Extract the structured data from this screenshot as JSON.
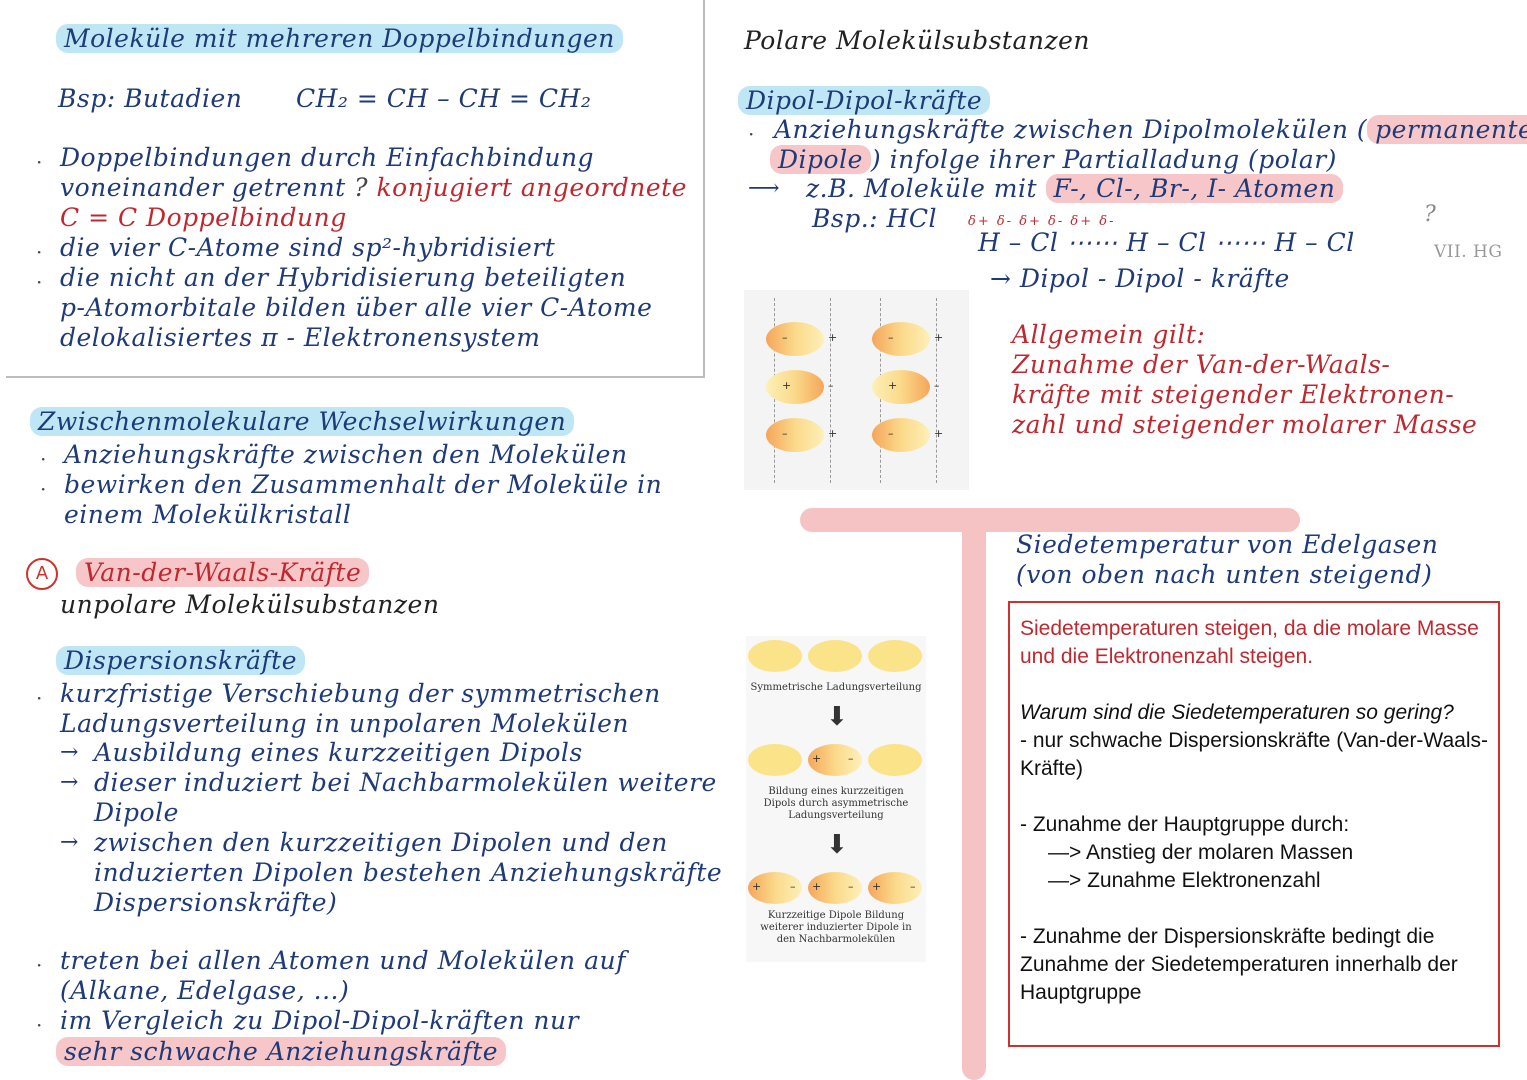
{
  "left_top": {
    "title": "Moleküle mit mehreren Doppelbindungen",
    "example_label": "Bsp: Butadien",
    "formula": "CH₂ = CH – CH = CH₂",
    "line1": "Doppelbindungen durch Einfachbindung",
    "line2a": "voneinander getrennt",
    "line2b": "konjugiert angeordnete",
    "line3": "C = C Doppelbindung",
    "line4": "die vier C-Atome sind sp²-hybridisiert",
    "line5": "die nicht an der Hybridisierung beteiligten",
    "line6": "p-Atomorbitale bilden über alle vier C-Atome",
    "line7": "delokalisiertes π - Elektronensystem"
  },
  "left_mid": {
    "title": "Zwischenmolekulare Wechselwirkungen",
    "line1": "Anziehungskräfte zwischen den Molekülen",
    "line2": "bewirken den Zusammenhalt der Moleküle in",
    "line3": "einem Molekülkristall"
  },
  "left_bottom": {
    "marker": "A",
    "vdw_title": "Van-der-Waals-Kräfte",
    "subtitle": "unpolare Molekülsubstanzen",
    "disp_title": "Dispersionskräfte",
    "l1": "kurzfristige Verschiebung der symmetrischen",
    "l2": "Ladungsverteilung in unpolaren Molekülen",
    "l3": "Ausbildung eines kurzzeitigen Dipols",
    "l4": "dieser induziert bei Nachbarmolekülen weitere",
    "l5": "Dipole",
    "l6": "zwischen den kurzzeitigen Dipolen und den",
    "l7": "induzierten Dipolen bestehen Anziehungskräfte",
    "l8": "Dispersionskräfte)",
    "l9": "treten bei allen Atomen und Molekülen auf",
    "l10": "(Alkane, Edelgase, ...)",
    "l11": "im Vergleich zu Dipol-Dipol-kräften nur",
    "l12": "sehr schwache Anziehungskräfte"
  },
  "right_top": {
    "title": "Polare Molekülsubstanzen",
    "dd_title": "Dipol-Dipol-kräfte",
    "l1a": "Anziehungskräfte zwischen Dipolmolekülen (",
    "l1b": "permanente",
    "l2a": "Dipole",
    "l2b": ") infolge ihrer Partialladung (polar)",
    "l3a": "z.B. Moleküle mit ",
    "l3b": "F-, Cl-, Br-, I- Atomen",
    "l4": "Bsp.: HCl",
    "hcl_chain": "H – Cl ⋯⋯ H – Cl ⋯⋯ H – Cl",
    "partials": "δ+   δ-       δ+   δ-       δ+   δ-",
    "l5": "→ Dipol - Dipol - kräfte",
    "side_note": "VII. HG",
    "qmark": "?"
  },
  "right_general": {
    "l1": "Allgemein gilt:",
    "l2": "Zunahme der Van-der-Waals-",
    "l3": "kräfte mit steigender Elektronen-",
    "l4": "zahl und steigender molarer Masse"
  },
  "boiling": {
    "l1": "Siedetemperatur von Edelgasen",
    "l2": "(von oben nach unten steigend)"
  },
  "figure2": {
    "cap1": "Symmetrische Ladungsverteilung",
    "cap2": "Bildung eines kurzzeitigen Dipols durch asymmetrische Ladungsverteilung",
    "cap3": "Kurzzeitige Dipole Bildung weiterer induzierter Dipole in den Nachbarmolekülen"
  },
  "infobox": {
    "p1": "Siedetemperaturen steigen, da die molare Masse und die Elektronenzahl steigen.",
    "q": "Warum sind die Siedetemperaturen so gering?",
    "a1": "- nur schwache Dispersionskräfte (Van-der-Waals-Kräfte)",
    "a2": "- Zunahme der Hauptgruppe durch:",
    "a3": "—> Anstieg der molaren Massen",
    "a4": "—> Zunahme Elektronenzahl",
    "a5": "- Zunahme der Dispersionskräfte bedingt die Zunahme der Siedetemperaturen innerhalb der Hauptgruppe"
  },
  "colors": {
    "ink": "#1e3a78",
    "red_ink": "#c0282f",
    "blue_highlight": "#bfe6f5",
    "red_highlight": "#f7c6c8",
    "box_border": "#d0312d"
  }
}
